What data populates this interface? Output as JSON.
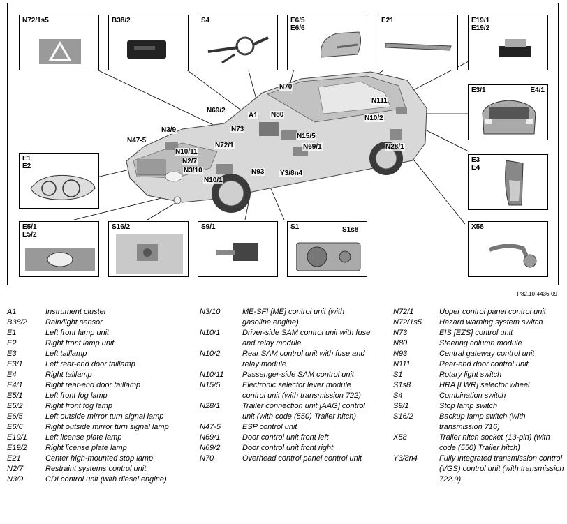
{
  "diagram": {
    "boxes": {
      "n72_1s5": "N72/1s5",
      "b38_2": "B38/2",
      "s4": "S4",
      "e6": "E6/5\nE6/6",
      "e21": "E21",
      "e19": "E19/1\nE19/2",
      "e3_1": "E3/1",
      "e4_1": "E4/1",
      "e3_e4": "E3\nE4",
      "e1_e2": "E1\nE2",
      "e5": "E5/1\nE5/2",
      "s16_2": "S16/2",
      "s9_1": "S9/1",
      "s1": "S1",
      "s1s8": "S1s8",
      "x58": "X58"
    },
    "callouts": {
      "n70": "N70",
      "n69_2": "N69/2",
      "a1": "A1",
      "n80": "N80",
      "n73": "N73",
      "n111": "N111",
      "n3_9": "N3/9",
      "n10_2": "N10/2",
      "n47_5": "N47-5",
      "n15_5": "N15/5",
      "n72_1": "N72/1",
      "n69_1": "N69/1",
      "n28_1": "N28/1",
      "n10_11": "N10/11",
      "n2_7": "N2/7",
      "n3_10": "N3/10",
      "y3_8n4": "Y3/8n4",
      "n93": "N93",
      "n10_1": "N10/1"
    }
  },
  "reference": "P82.10-4436-09",
  "legend": {
    "col1": [
      {
        "code": "A1",
        "text": "Instrument cluster"
      },
      {
        "code": "B38/2",
        "text": "Rain/light sensor"
      },
      {
        "code": "E1",
        "text": "Left front lamp unit"
      },
      {
        "code": "E2",
        "text": "Right front lamp unit"
      },
      {
        "code": "E3",
        "text": "Left taillamp"
      },
      {
        "code": "E3/1",
        "text": "Left rear-end door taillamp"
      },
      {
        "code": "E4",
        "text": "Right taillamp"
      },
      {
        "code": "E4/1",
        "text": "Right rear-end door taillamp"
      },
      {
        "code": "E5/1",
        "text": "Left front fog lamp"
      },
      {
        "code": "E5/2",
        "text": "Right front fog lamp"
      },
      {
        "code": "E6/5",
        "text": "Left outside mirror turn signal lamp"
      },
      {
        "code": "E6/6",
        "text": "Right outside mirror turn signal lamp"
      },
      {
        "code": "E19/1",
        "text": "Left license plate lamp"
      },
      {
        "code": "E19/2",
        "text": "Right license plate lamp"
      },
      {
        "code": "E21",
        "text": "Center high-mounted stop lamp"
      },
      {
        "code": "N2/7",
        "text": "Restraint systems control unit"
      },
      {
        "code": "N3/9",
        "text": "CDI control unit (with diesel engine)"
      }
    ],
    "col2": [
      {
        "code": "N3/10",
        "text": "ME-SFI [ME] control unit (with gasoline engine)"
      },
      {
        "code": "N10/1",
        "text": "Driver-side SAM control unit with fuse and relay module"
      },
      {
        "code": "N10/2",
        "text": "Rear SAM control unit with fuse and relay module"
      },
      {
        "code": "N10/11",
        "text": "Passenger-side SAM control unit"
      },
      {
        "code": "N15/5",
        "text": "Electronic selector lever module control unit (with transmission 722)"
      },
      {
        "code": "N28/1",
        "text": "Trailer connection unit [AAG] control unit (with code (550) Trailer hitch)"
      },
      {
        "code": "N47-5",
        "text": "ESP control unit"
      },
      {
        "code": "N69/1",
        "text": "Door control unit front left"
      },
      {
        "code": "N69/2",
        "text": "Door control unit front right"
      },
      {
        "code": "N70",
        "text": "Overhead control panel control unit"
      }
    ],
    "col3": [
      {
        "code": "N72/1",
        "text": "Upper control panel control unit"
      },
      {
        "code": "N72/1s5",
        "text": "Hazard warning system switch"
      },
      {
        "code": "N73",
        "text": "EIS [EZS] control unit"
      },
      {
        "code": "N80",
        "text": "Steering column module"
      },
      {
        "code": "N93",
        "text": "Central gateway control unit"
      },
      {
        "code": "N111",
        "text": "Rear-end door control unit"
      },
      {
        "code": "S1",
        "text": "Rotary light switch"
      },
      {
        "code": "S1s8",
        "text": "HRA [LWR] selector wheel"
      },
      {
        "code": "S4",
        "text": "Combination switch"
      },
      {
        "code": "S9/1",
        "text": "Stop lamp switch"
      },
      {
        "code": "S16/2",
        "text": "Backup lamp switch (with transmission 716)"
      },
      {
        "code": "X58",
        "text": "Trailer hitch socket (13-pin) (with code (550) Trailer hitch)"
      },
      {
        "code": "Y3/8n4",
        "text": "Fully integrated transmission control (VGS) control unit (with transmission 722.9)"
      }
    ]
  }
}
